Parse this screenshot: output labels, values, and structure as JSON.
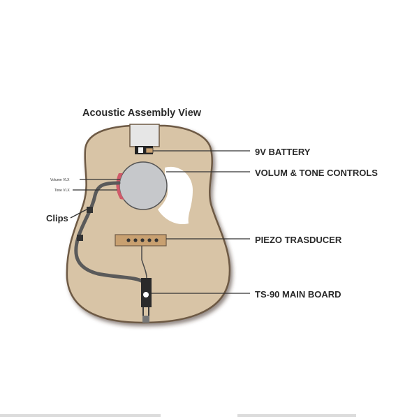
{
  "diagram": {
    "title": "Acoustic Assembly View",
    "callouts": {
      "battery": "9V BATTERY",
      "controls": "VOLUM & TONE CONTROLS",
      "piezo": "PIEZO TRASDUCER",
      "mainboard": "TS-90 MAIN BOARD",
      "clips": "Clips"
    },
    "knob_labels": {
      "volume": "Volume VLX",
      "tone": "Tone VLX"
    }
  },
  "colors": {
    "body": "#d8c4a6",
    "body_outline": "#6e5a45",
    "soundhole": "#c6c8cb",
    "pickguard": "#ffffff",
    "bridge": "#c8a070",
    "cable": "#5a5a5a",
    "controls_accent": "#d05a6a"
  }
}
